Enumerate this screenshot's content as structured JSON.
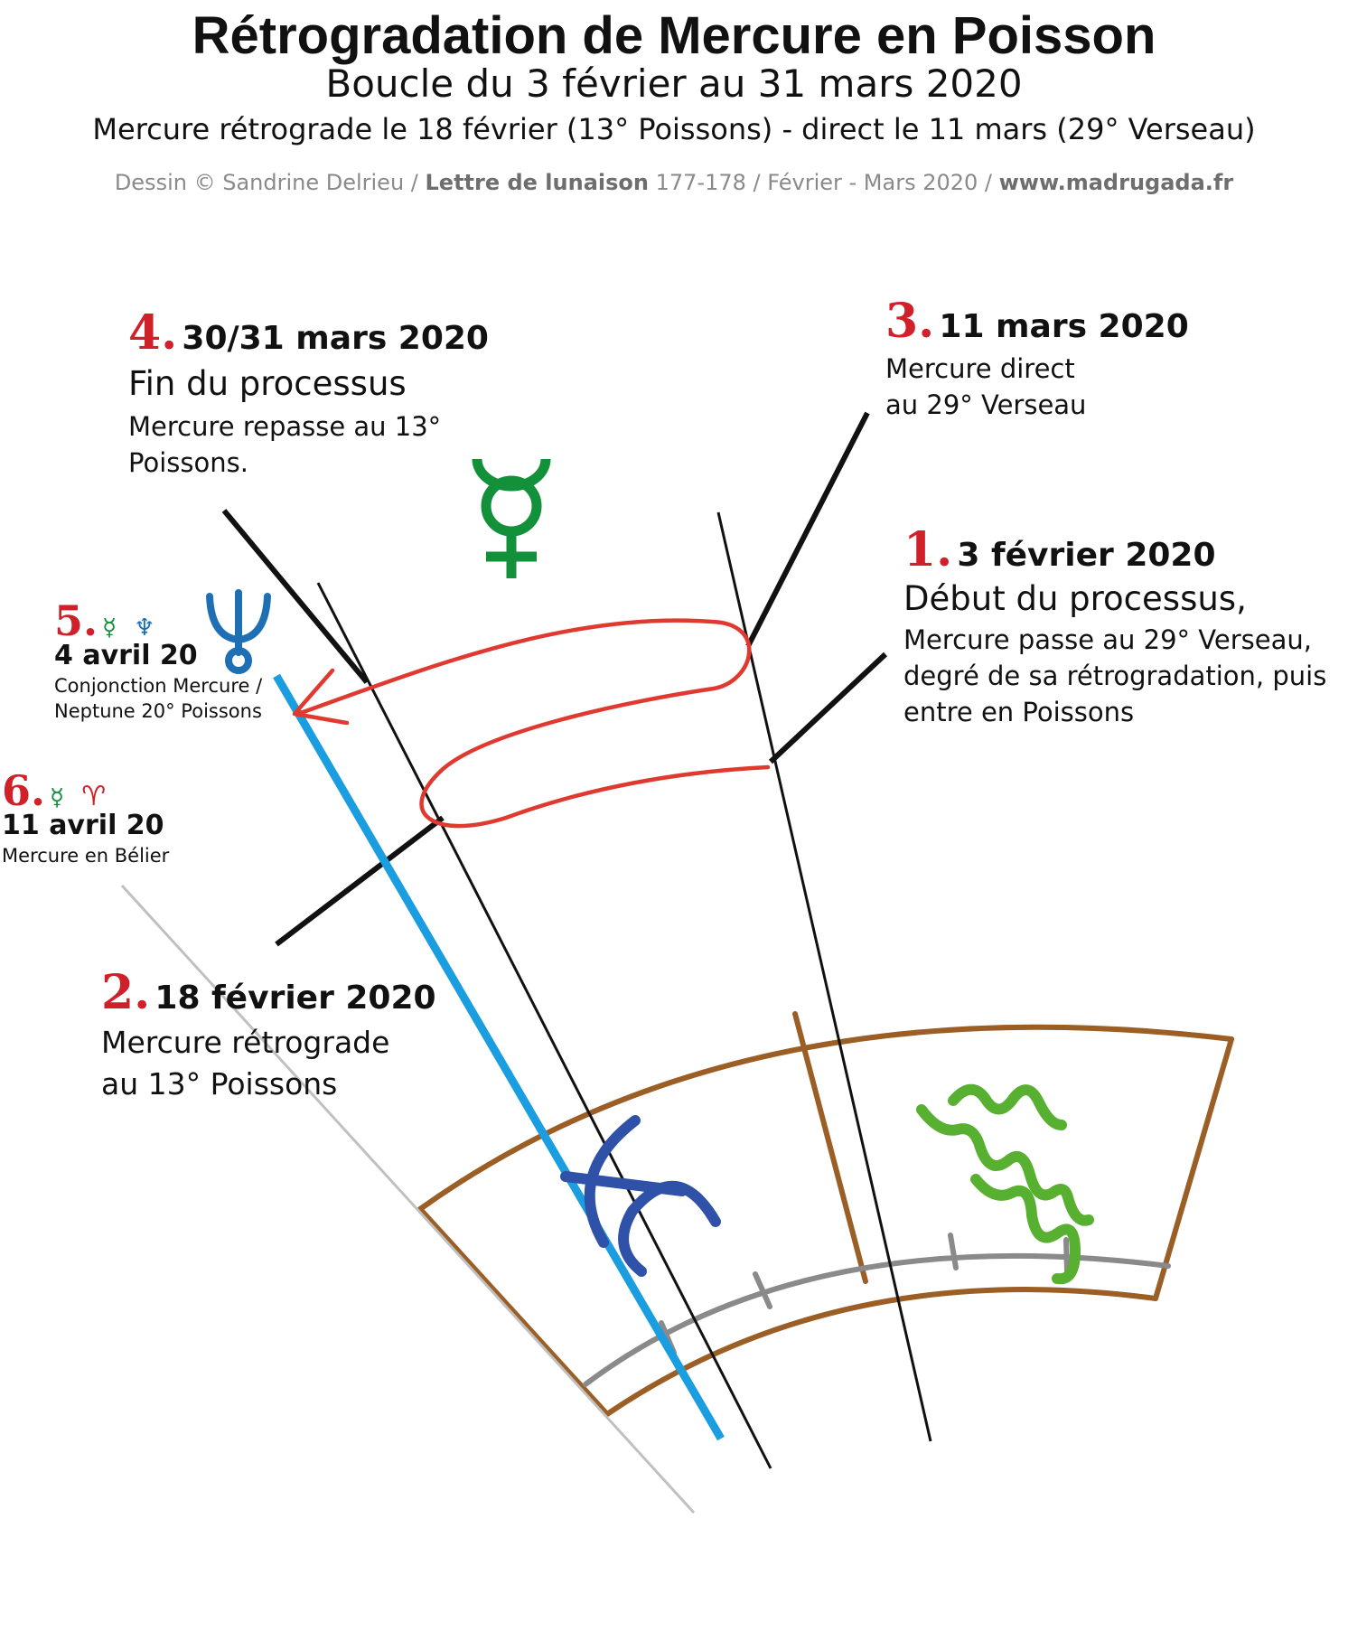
{
  "header": {
    "title": "Rétrogradation de Mercure en Poisson",
    "subtitle": "Boucle du 3 février au 31 mars 2020",
    "subtitle2": "Mercure rétrograde le 18 février (13° Poissons) - direct le 11 mars (29° Verseau)",
    "credit_prefix": "Dessin © Sandrine Delrieu / ",
    "credit_letter": "Lettre de lunaison",
    "credit_middle": " 177-178 / Février - Mars 2020 / ",
    "credit_site": "www.madrugada.fr"
  },
  "events": {
    "e1": {
      "num": "1.",
      "date": "3 février 2020",
      "title": "Début du processus,",
      "line1": "Mercure passe au 29° Verseau,",
      "line2": "degré de sa rétrogradation, puis",
      "line3": "entre en Poissons"
    },
    "e2": {
      "num": "2.",
      "date": "18 février 2020",
      "line1": "Mercure rétrograde",
      "line2": "au 13° Poissons"
    },
    "e3": {
      "num": "3.",
      "date": "11 mars 2020",
      "line1": "Mercure direct",
      "line2": "au 29° Verseau"
    },
    "e4": {
      "num": "4.",
      "date": "30/31 mars 2020",
      "title": "Fin du processus",
      "line1": "Mercure repasse au 13°",
      "line2": "Poissons."
    },
    "e5": {
      "num": "5.",
      "symbol1": "☿",
      "symbol2": "♆",
      "date": "4 avril 20",
      "line1": "Conjonction Mercure /",
      "line2": "Neptune 20° Poissons"
    },
    "e6": {
      "num": "6.",
      "symbol1": "☿",
      "symbol2": "♈",
      "date": "11 avril 20",
      "line1": "Mercure en Bélier"
    }
  },
  "glyphs": {
    "mercury": "☿",
    "neptune": "♆",
    "pisces": "♓",
    "aquarius": "♒"
  },
  "colors": {
    "red": "#d0202a",
    "mercury_green": "#12913a",
    "neptune_blue": "#1f6fb5",
    "neptune_line": "#1a9ee0",
    "loop": "#e03a30",
    "zodiac_border": "#9b5e24",
    "pisces_glyph": "#2f51a8",
    "aquarius_glyph": "#58b030",
    "degree_band": "#8a8a8a"
  }
}
